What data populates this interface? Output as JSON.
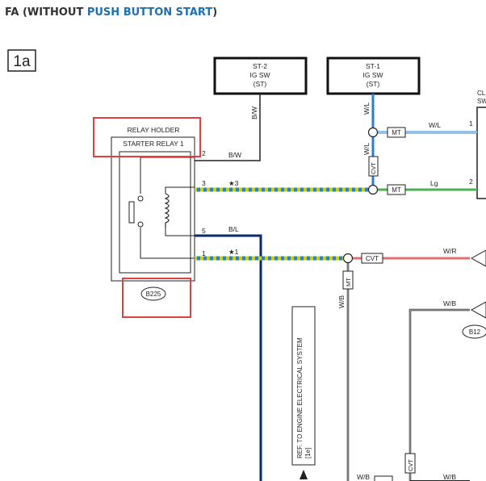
{
  "header": {
    "prefix": "FA (WITHOUT ",
    "highlight": "PUSH BUTTON START",
    "suffix": ")"
  },
  "diagram": {
    "section_label": "1a",
    "relay_holder": {
      "line1": "RELAY HOLDER",
      "line2": "STARTER RELAY 1"
    },
    "st2": {
      "line1": "ST-2",
      "line2": "IG SW",
      "line3": "(ST)"
    },
    "st1": {
      "line1": "ST-1",
      "line2": "IG SW",
      "line3": "(ST)"
    },
    "cl_partial": {
      "line1": "CL",
      "line2": "SW"
    },
    "connector_b225": "B225",
    "connector_b12": "B12",
    "wires": {
      "bw": "B/W",
      "wl": "W/L",
      "lg": "Lg",
      "bl": "B/L",
      "wr": "W/R",
      "wb": "W/B",
      "star3": "★3",
      "star1": "★1"
    },
    "pins": {
      "p1": "1",
      "p2": "2",
      "p3": "3",
      "p5": "5"
    },
    "tags": {
      "mt": "MT",
      "cvt": "CVT"
    },
    "ref_text": {
      "line1": "REF. TO ENGINE ELECTRICAL SYSTEM",
      "line2": "[1e]"
    },
    "colors": {
      "highlight_box": "#e04040",
      "wire_blue": "#2a7fd4",
      "wire_green": "#4caf50",
      "wire_yellow_green": "#c8d400",
      "wire_red": "#e07070",
      "wire_navy": "#0a2a6a",
      "wire_black": "#222222"
    }
  }
}
